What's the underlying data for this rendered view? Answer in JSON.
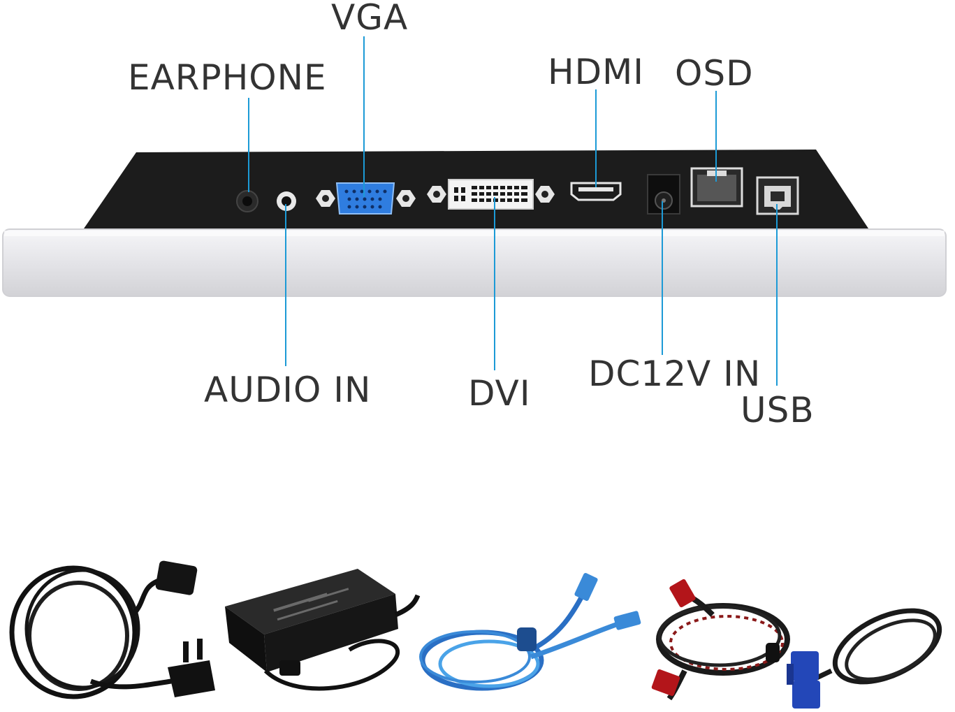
{
  "colors": {
    "leader_line": "#1c9ad6",
    "label_text": "#333333",
    "panel_back": "#1c1c1c",
    "bezel": "#e9e9ec",
    "vga_port": "#2f7de0"
  },
  "port_labels": {
    "vga": "VGA",
    "earphone": "EARPHONE",
    "hdmi": "HDMI",
    "osd": "OSD",
    "audio_in": "AUDIO IN",
    "dvi": "DVI",
    "dc_in": "DC12V IN",
    "usb": "USB"
  },
  "accessories": [
    {
      "name": "power-cord"
    },
    {
      "name": "power-adapter"
    },
    {
      "name": "usb-cable"
    },
    {
      "name": "hdmi-cable"
    },
    {
      "name": "vga-cable"
    }
  ]
}
